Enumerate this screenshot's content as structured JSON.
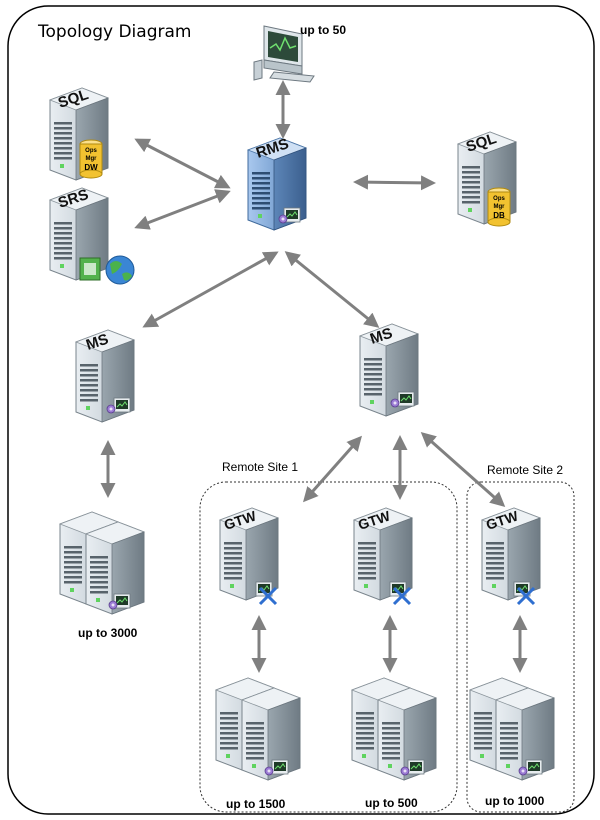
{
  "title": "Topology Diagram",
  "servers": {
    "sql_dw": {
      "label": "SQL",
      "badge": [
        "Ops",
        "Mgr",
        "DW"
      ]
    },
    "srs": {
      "label": "SRS"
    },
    "rms": {
      "label": "RMS"
    },
    "sql_db": {
      "label": "SQL",
      "badge": [
        "Ops",
        "Mgr",
        "DB"
      ]
    },
    "ms_left": {
      "label": "MS"
    },
    "ms_right": {
      "label": "MS"
    },
    "gtw_1": {
      "label": "GTW"
    },
    "gtw_2": {
      "label": "GTW"
    },
    "gtw_3": {
      "label": "GTW"
    }
  },
  "labels": {
    "console": "up to 50",
    "agents_ms": "up to 3000",
    "agents_1": "up to 1500",
    "agents_2": "up to 500",
    "agents_3": "up to 1000",
    "remote_site_1": "Remote Site 1",
    "remote_site_2": "Remote Site 2"
  },
  "colors": {
    "server_body": "#c9d3da",
    "server_side": "#8e9aa3",
    "rms_body": "#6f9cd0",
    "arrow": "#808080",
    "disk": "#f2c230"
  }
}
